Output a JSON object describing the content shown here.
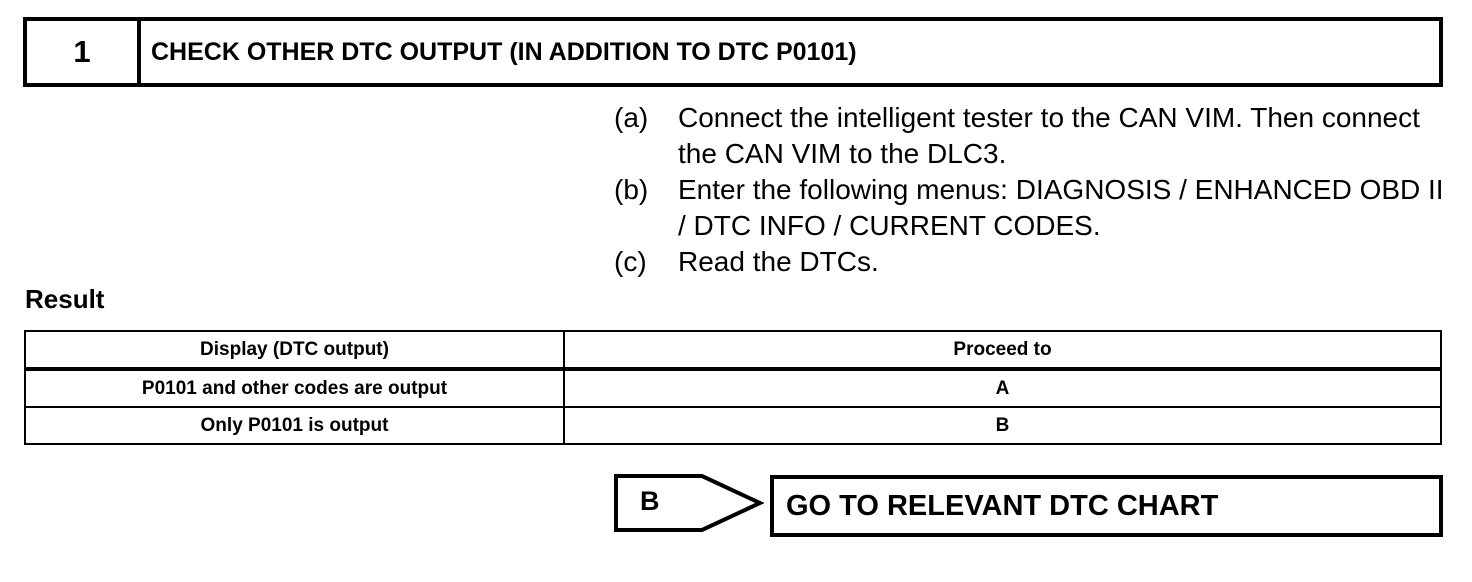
{
  "header": {
    "step_number": "1",
    "title": "CHECK OTHER DTC OUTPUT (IN ADDITION TO DTC P0101)"
  },
  "steps": [
    {
      "label": "(a)",
      "text": "Connect the intelligent tester to the CAN VIM. Then connect the CAN VIM to the DLC3."
    },
    {
      "label": "(b)",
      "text": "Enter the following menus: DIAGNOSIS / ENHANCED OBD II / DTC INFO / CURRENT CODES."
    },
    {
      "label": "(c)",
      "text": "Read the DTCs."
    }
  ],
  "result": {
    "heading": "Result",
    "columns": [
      "Display (DTC output)",
      "Proceed to"
    ],
    "rows": [
      [
        "P0101 and other codes are output",
        "A"
      ],
      [
        "Only P0101 is output",
        "B"
      ]
    ]
  },
  "branch": {
    "letter": "B",
    "action": "GO TO RELEVANT DTC CHART"
  }
}
